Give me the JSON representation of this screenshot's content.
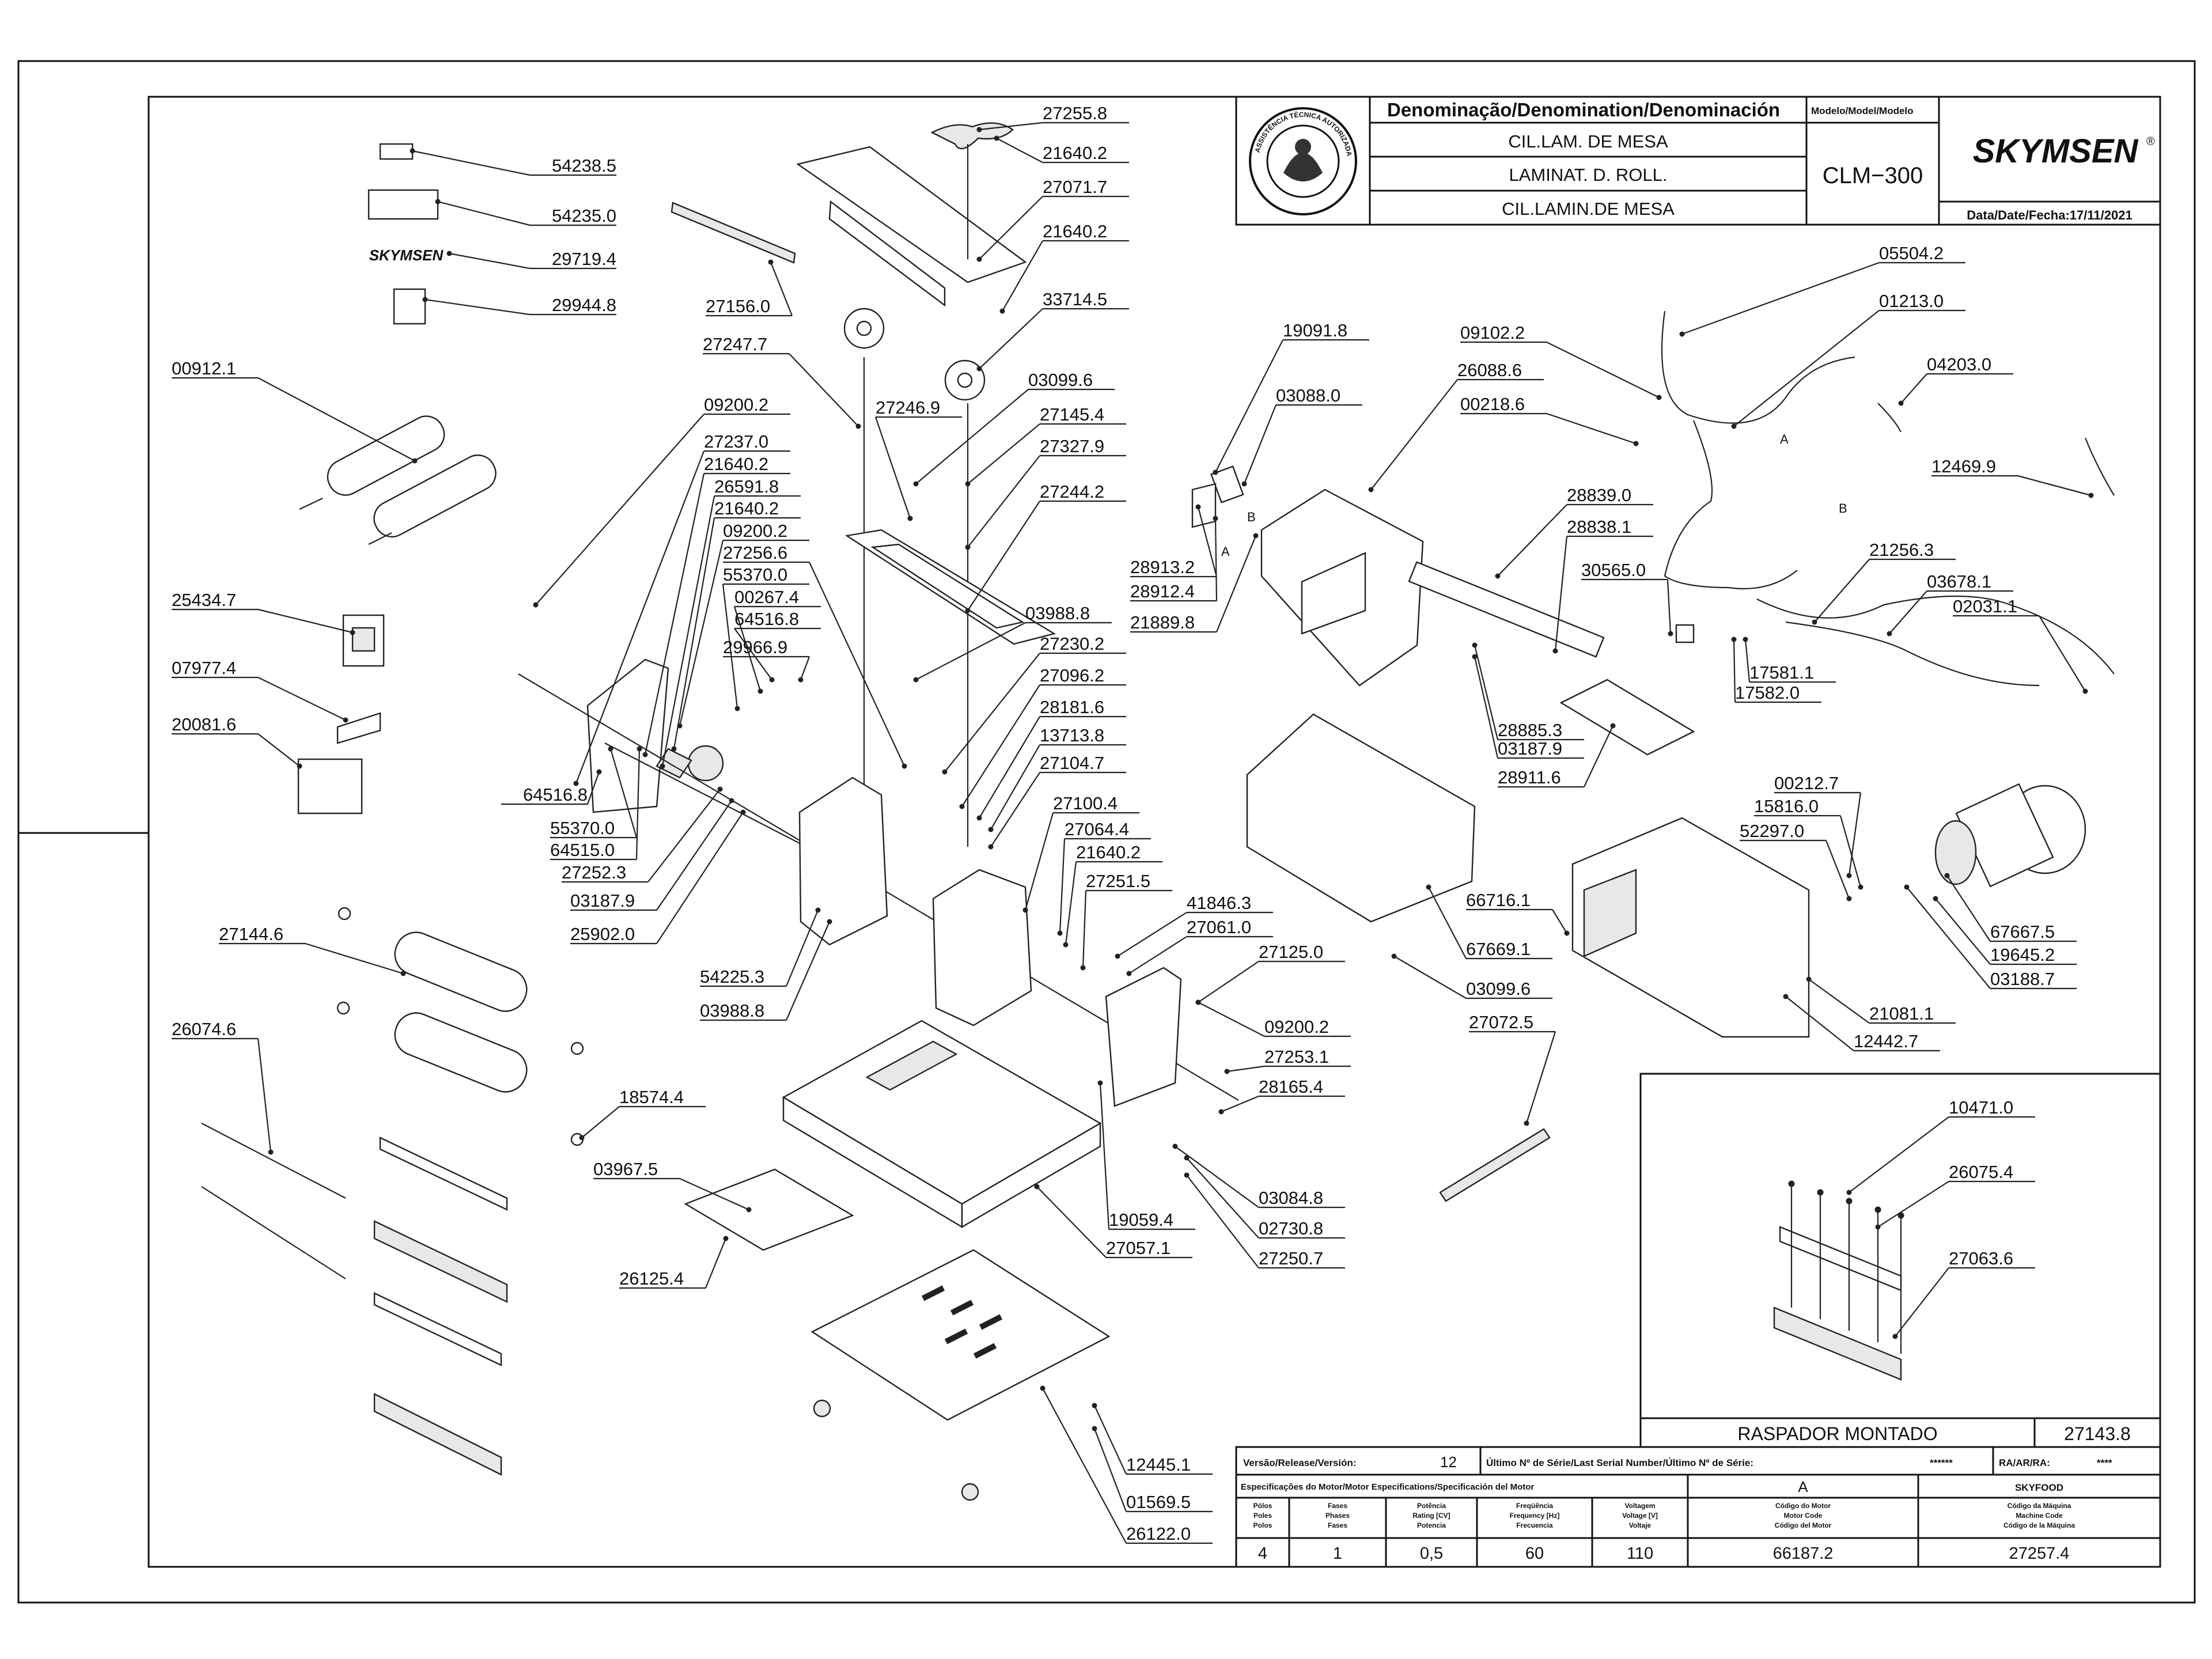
{
  "title_block": {
    "denomination_header": "Denominação/Denomination/Denominación",
    "model_header": "Modelo/Model/Modelo",
    "names": [
      "CIL.LAM. DE MESA",
      "LAMINAT. D. ROLL.",
      "CIL.LAMIN.DE MESA"
    ],
    "model": "CLM−300",
    "brand": "SKYMSEN",
    "brand_mark": "®",
    "date": "Data/Date/Fecha:17/11/2021",
    "seal_text": "ASSISTÊNCIA TÉCNICA AUTORIZADA"
  },
  "bottom_table": {
    "version_label": "Versão/Release/Versión:",
    "version": "12",
    "serial_label": "Último Nº de Série/Last Serial Number/Último Nº de Série:",
    "serial": "******",
    "ra_label": "RA/AR/RA:",
    "ra": "****",
    "motor_spec_label": "Especificações do Motor/Motor Especifications/Specificación del Motor",
    "motor_model": "A",
    "machine_brand": "SKYFOOD",
    "col_heads": [
      "Pólos\nPoles\nPolos",
      "Fases\nPhases\nFases",
      "Potência\nRating [CV]\nPotencia",
      "Freqüência\nFrequency [Hz]\nFrecuencia",
      "Voltagem\nVoltage [V]\nVoltaje",
      "Código do Motor\nMotor Code\nCódigo del Motor",
      "Código da Máquina\nMachine Code\nCódigo de la Máquina"
    ],
    "values": [
      "4",
      "1",
      "0,5",
      "60",
      "110",
      "66187.2",
      "27257.4"
    ]
  },
  "inset": {
    "caption": "RASPADOR MONTADO",
    "code": "27143.8"
  },
  "part_numbers": {
    "p54238_5": "54238.5",
    "p54235_0": "54235.0",
    "p29719_4": "29719.4",
    "p29944_8": "29944.8",
    "p27156_0": "27156.0",
    "p00912_1": "00912.1",
    "p09200_2a": "09200.2",
    "p27237_0": "27237.0",
    "p21640_2a": "21640.2",
    "p26591_8": "26591.8",
    "p21640_2b": "21640.2",
    "p09200_2b": "09200.2",
    "p27256_6": "27256.6",
    "p55370_0a": "55370.0",
    "p00267_4": "00267.4",
    "p64516_8a": "64516.8",
    "p29966_9": "29966.9",
    "p25434_7": "25434.7",
    "p07977_4": "07977.4",
    "p20081_6": "20081.6",
    "p64516_8b": "64516.8",
    "p55370_0b": "55370.0",
    "p64515_0": "64515.0",
    "p27252_3": "27252.3",
    "p03187_9a": "03187.9",
    "p25902_0": "25902.0",
    "p27144_6": "27144.6",
    "p26074_6": "26074.6",
    "p18574_4": "18574.4",
    "p03967_5": "03967.5",
    "p26125_4": "26125.4",
    "p54225_3": "54225.3",
    "p03988_8a": "03988.8",
    "p27255_8": "27255.8",
    "p21640_2c": "21640.2",
    "p27071_7": "27071.7",
    "p21640_2d": "21640.2",
    "p33714_5": "33714.5",
    "p27247_7": "27247.7",
    "p27246_9": "27246.9",
    "p03099_6a": "03099.6",
    "p27145_4": "27145.4",
    "p27327_9": "27327.9",
    "p27244_2": "27244.2",
    "p03988_8b": "03988.8",
    "p27230_2": "27230.2",
    "p27096_2": "27096.2",
    "p28181_6": "28181.6",
    "p13713_8": "13713.8",
    "p27104_7": "27104.7",
    "p27100_4": "27100.4",
    "p27064_4": "27064.4",
    "p21640_2e": "21640.2",
    "p27251_5": "27251.5",
    "p41846_3": "41846.3",
    "p27061_0": "27061.0",
    "p27125_0": "27125.0",
    "p09200_2c": "09200.2",
    "p27253_1": "27253.1",
    "p28165_4": "28165.4",
    "p19059_4": "19059.4",
    "p27057_1": "27057.1",
    "p03084_8": "03084.8",
    "p02730_8": "02730.8",
    "p27250_7": "27250.7",
    "p12445_1": "12445.1",
    "p01569_5": "01569.5",
    "p26122_0": "26122.0",
    "p19091_8": "19091.8",
    "p03088_0": "03088.0",
    "p28913_2": "28913.2",
    "p28912_4": "28912.4",
    "p21889_8": "21889.8",
    "p09102_2": "09102.2",
    "p26088_6": "26088.6",
    "p00218_6": "00218.6",
    "p28839_0": "28839.0",
    "p28838_1": "28838.1",
    "p30565_0": "30565.0",
    "p28885_3": "28885.3",
    "p03187_9b": "03187.9",
    "p28911_6": "28911.6",
    "p05504_2": "05504.2",
    "p01213_0": "01213.0",
    "p04203_0": "04203.0",
    "p12469_9": "12469.9",
    "p21256_3": "21256.3",
    "p03678_1": "03678.1",
    "p02031_1": "02031.1",
    "p17581_1": "17581.1",
    "p17582_0": "17582.0",
    "p00212_7": "00212.7",
    "p15816_0": "15816.0",
    "p52297_0": "52297.0",
    "p66716_1": "66716.1",
    "p67669_1": "67669.1",
    "p03099_6b": "03099.6",
    "p27072_5": "27072.5",
    "p67667_5": "67667.5",
    "p19645_2": "19645.2",
    "p03188_7": "03188.7",
    "p21081_1": "21081.1",
    "p12442_7": "12442.7",
    "p10471_0": "10471.0",
    "p26075_4": "26075.4",
    "p27063_6": "27063.6"
  },
  "markers": {
    "a1": "A",
    "a2": "A",
    "b1": "B",
    "b2": "B"
  }
}
